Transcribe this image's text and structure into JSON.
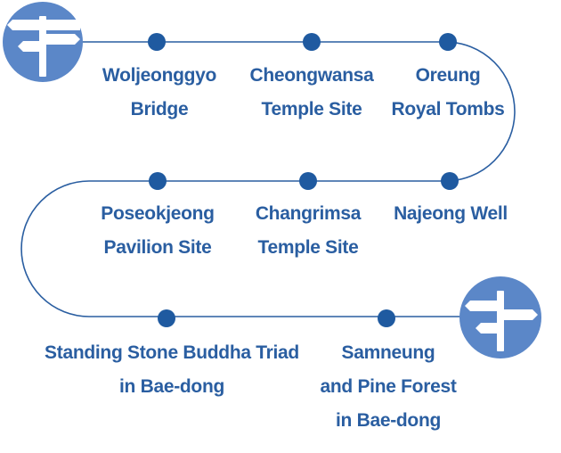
{
  "colors": {
    "route": "#2a5ea1",
    "dot": "#1f5aa0",
    "label": "#2a5ea1",
    "badge": "#5b87c8",
    "sign": "#ffffff"
  },
  "icons": {
    "start": "signpost-icon",
    "end": "signpost-icon"
  },
  "stops": [
    {
      "lines": [
        "Woljeonggyo",
        "Bridge"
      ]
    },
    {
      "lines": [
        "Cheongwansa",
        "Temple Site"
      ]
    },
    {
      "lines": [
        "Oreung",
        "Royal Tombs"
      ]
    },
    {
      "lines": [
        "Poseokjeong",
        "Pavilion Site"
      ]
    },
    {
      "lines": [
        "Changrimsa",
        "Temple Site"
      ]
    },
    {
      "lines": [
        "Najeong Well"
      ]
    },
    {
      "lines": [
        "Standing Stone Buddha Triad",
        "in Bae-dong"
      ]
    },
    {
      "lines": [
        "Samneung",
        "and Pine Forest",
        "in Bae-dong"
      ]
    }
  ]
}
